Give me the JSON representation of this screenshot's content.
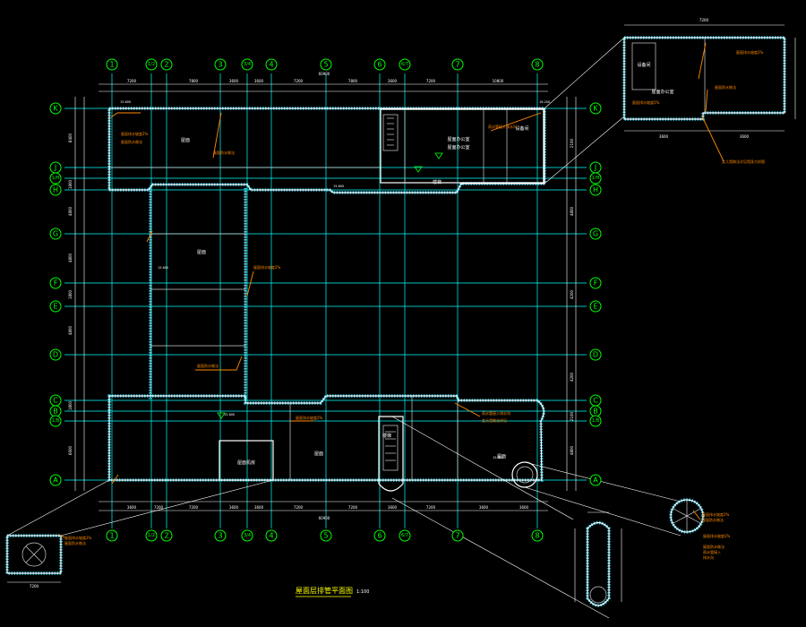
{
  "drawing_title": "屋面层排管平面图",
  "drawing_scale": "1:100",
  "axes_columns": [
    "1",
    "1/2",
    "2",
    "3",
    "3/4",
    "4",
    "5",
    "6",
    "6/7",
    "7",
    "8"
  ],
  "axes_rows": [
    "K",
    "J",
    "1/H",
    "H",
    "G",
    "F",
    "E",
    "D",
    "C",
    "B",
    "1/B",
    "A"
  ],
  "top_dimensions": [
    "7200",
    "7800",
    "3600",
    "3600",
    "7200",
    "7800",
    "3600",
    "7200",
    "10800"
  ],
  "top_total": "60900",
  "bottom_dimensions": [
    "3600",
    "7200",
    "7200",
    "3600",
    "3600",
    "7200",
    "7200",
    "3600",
    "7200",
    "3600",
    "3600"
  ],
  "bottom_total": "60900",
  "left_dimensions": [
    "8400",
    "1800",
    "4800",
    "4800",
    "1800",
    "4800",
    "1800",
    "6600"
  ],
  "right_dimensions": [
    "2100",
    "4800",
    "4200",
    "4200",
    "2100",
    "4800"
  ],
  "room_labels": {
    "upper_left": "屋面",
    "left_wing": "屋面",
    "office": "屋面办公室",
    "office_sub": "屋面办公室",
    "plant": "设备间",
    "stair_top": "楼梯",
    "stair_lower": "楼梯",
    "machine": "屋面机房",
    "lower_mid": "屋面",
    "lower_right": "屋面"
  },
  "level_marks": [
    "15.600",
    "16.200",
    "15.600",
    "15.600",
    "15.600",
    "15.600"
  ],
  "annotations": [
    "屋面排水坡度2%",
    "屋面防水做法",
    "雨水管接入排水沟",
    "屋面排水坡度2%",
    "屋面防水做法",
    "屋面排水坡度2%",
    "雨水管接入排水沟",
    "屋面防水做法",
    "女儿墙做法详见"
  ],
  "detail_top_right": {
    "dims": [
      "7200",
      "3600",
      "3600"
    ],
    "rooms": [
      "设备间",
      "屋面办公室"
    ],
    "annotations": [
      "屋面排水坡度2%",
      "屋面防水做法",
      "屋面排水坡度2%"
    ],
    "note": "女儿墙做法详见墙身大样图"
  },
  "detail_bottom_left": {
    "dims": [
      "7200"
    ],
    "annotations": [
      "屋面排水坡度2%",
      "屋面防水做法"
    ]
  },
  "detail_bottom_right": {
    "annotations": [
      "屋面排水坡度2%",
      "屋面防水做法",
      "雨水管接入",
      "排水沟"
    ]
  },
  "detail_round": {
    "annotations": [
      "屋面排水坡度2%",
      "屋面防水做法"
    ]
  },
  "colors": {
    "background": "#000000",
    "axis": "#00ff00",
    "wall": "#ffffff",
    "waterproof": "#22d3ee",
    "annotation": "#ff8a00",
    "title": "#ffff00"
  }
}
